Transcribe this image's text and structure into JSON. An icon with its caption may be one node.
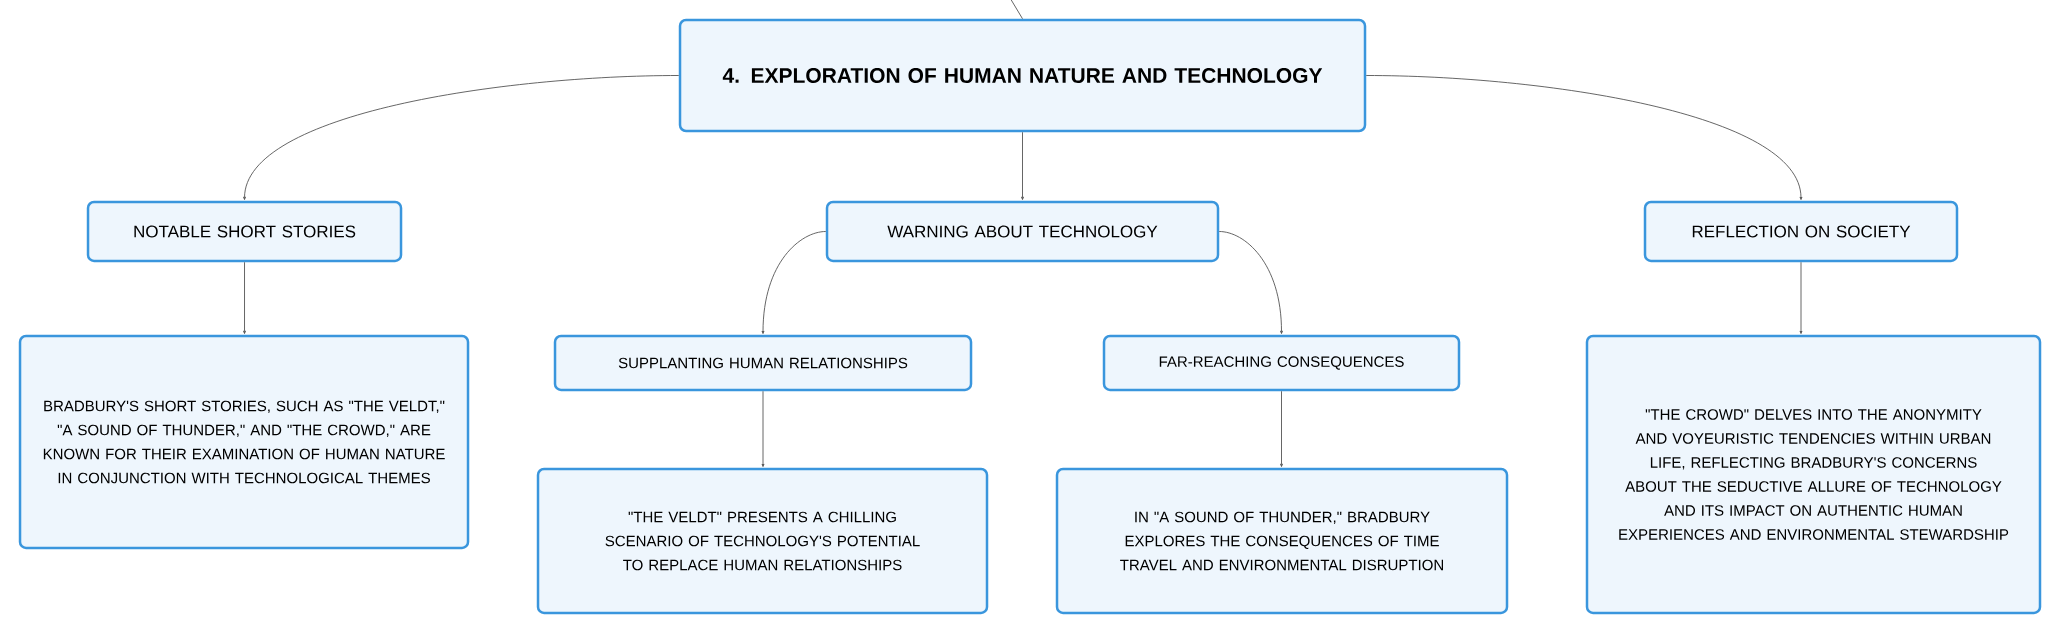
{
  "diagram": {
    "nodes": [
      {
        "text": [
          "4. EXPLORATION OF HUMAN NATURE AND TECHNOLOGY"
        ]
      },
      {
        "text": [
          "NOTABLE SHORT STORIES"
        ]
      },
      {
        "text": [
          "WARNING ABOUT TECHNOLOGY"
        ]
      },
      {
        "text": [
          "REFLECTION ON SOCIETY"
        ]
      },
      {
        "text": [
          "BRADBURY'S SHORT STORIES, SUCH AS \"THE VELDT,\" \"A SOUND OF THUNDER,\" AND \"THE CROWD,\" ARE KNOWN FOR THEIR EXAMINATION OF HUMAN NATURE IN CONJUNCTION WITH TECHNOLOGICAL THEMES"
        ]
      },
      {
        "text": [
          "SUPPLANTING HUMAN RELATIONSHIPS"
        ]
      },
      {
        "text": [
          "FAR-REACHING CONSEQUENCES"
        ]
      },
      {
        "text": [
          "\"THE VELDT\" PRESENTS A CHILLING SCENARIO OF TECHNOLOGY'S POTENTIAL TO REPLACE HUMAN RELATIONSHIPS"
        ]
      },
      {
        "text": [
          "IN \"A SOUND OF THUNDER,\" BRADBURY EXPLORES THE CONSEQUENCES OF TIME TRAVEL AND ENVIRONMENTAL DISRUPTION"
        ]
      },
      {
        "text": [
          "\"THE CROWD\" DELVES INTO THE ANONYMITY AND VOYEURISTIC TENDENCIES WITHIN URBAN LIFE, REFLECTING BRADBURY'S CONCERNS ABOUT THE SEDUCTIVE ALLURE OF TECHNOLOGY AND ITS IMPACT ON AUTHENTIC HUMAN EXPERIENCES AND ENVIRONMENTAL STEWARDSHIP"
        ]
      }
    ],
    "edges": [
      {
        "from": null,
        "to": 0,
        "arrow": "none"
      },
      {
        "from": 0,
        "to": 1,
        "arrow": "to"
      },
      {
        "from": 0,
        "to": 2,
        "arrow": "to"
      },
      {
        "from": 0,
        "to": 3,
        "arrow": "to"
      },
      {
        "from": 1,
        "to": 4,
        "arrow": "to"
      },
      {
        "from": 2,
        "to": 5,
        "arrow": "to"
      },
      {
        "from": 2,
        "to": 6,
        "arrow": "to"
      },
      {
        "from": 5,
        "to": 7,
        "arrow": "to"
      },
      {
        "from": 6,
        "to": 8,
        "arrow": "to"
      },
      {
        "from": 3,
        "to": 9,
        "arrow": "to"
      }
    ]
  }
}
